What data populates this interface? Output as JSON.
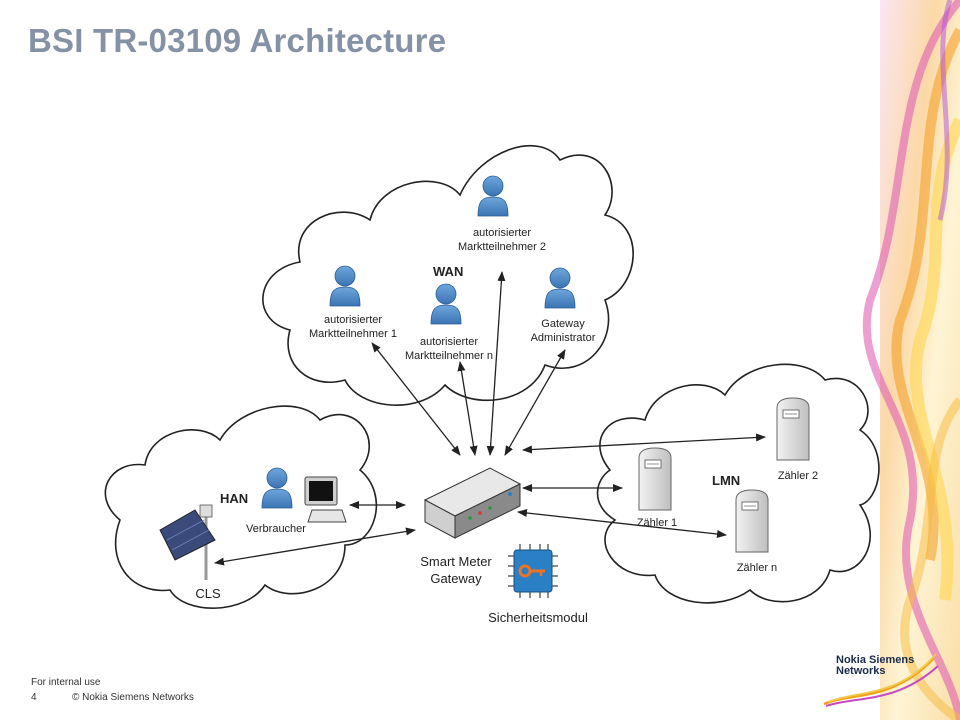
{
  "slide": {
    "title": "BSI TR-03109 Architecture",
    "footer_internal": "For internal use",
    "page_number": "4",
    "copyright": "© Nokia Siemens Networks",
    "logo_line1": "Nokia Siemens",
    "logo_line2": "Networks"
  },
  "diagram": {
    "wan": {
      "label": "WAN",
      "actor_top_1": "autorisierter",
      "actor_top_2": "Marktteilnehmer 2",
      "actor_left_1": "autorisierter",
      "actor_left_2": "Marktteilnehmer 1",
      "actor_mid_1": "autorisierter",
      "actor_mid_2": "Marktteilnehmer n",
      "actor_right_1": "Gateway",
      "actor_right_2": "Administrator"
    },
    "han": {
      "label": "HAN",
      "consumer": "Verbraucher",
      "cls": "CLS"
    },
    "gateway": {
      "line1": "Smart Meter",
      "line2": "Gateway",
      "security_module": "Sicherheitsmodul"
    },
    "lmn": {
      "label": "LMN",
      "meter_1": "Zähler 1",
      "meter_2": "Zähler 2",
      "meter_n": "Zähler n"
    }
  },
  "colors": {
    "title": "#8592a6",
    "person": "#4a86c8",
    "cloud_stroke": "#222222",
    "chip": "#2b7fc4",
    "key": "#e8742a"
  }
}
